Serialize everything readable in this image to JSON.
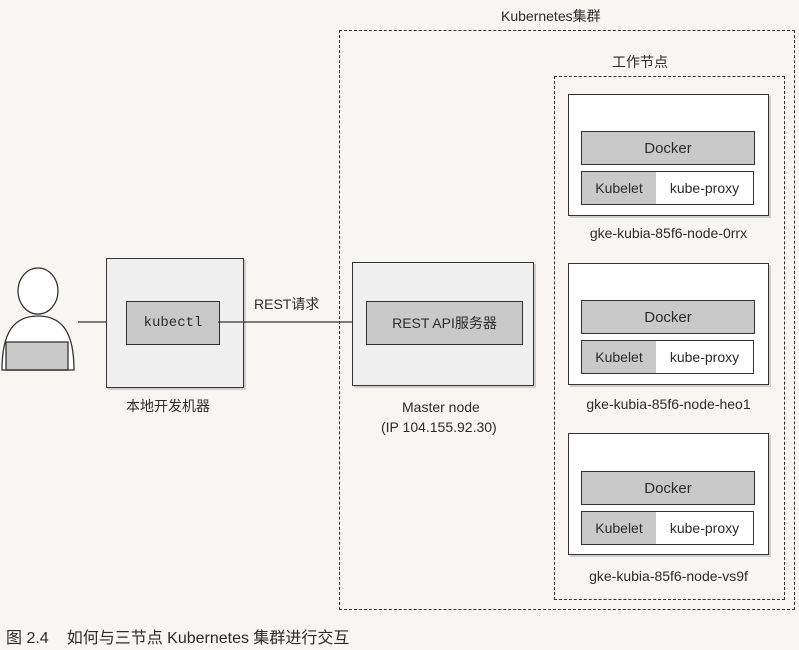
{
  "cluster": {
    "title": "Kubernetes集群",
    "worker_group_title": "工作节点"
  },
  "worker_nodes": [
    {
      "docker": "Docker",
      "kubelet": "Kubelet",
      "kube_proxy": "kube-proxy",
      "name": "gke-kubia-85f6-node-0rrx"
    },
    {
      "docker": "Docker",
      "kubelet": "Kubelet",
      "kube_proxy": "kube-proxy",
      "name": "gke-kubia-85f6-node-heo1"
    },
    {
      "docker": "Docker",
      "kubelet": "Kubelet",
      "kube_proxy": "kube-proxy",
      "name": "gke-kubia-85f6-node-vs9f"
    }
  ],
  "dev_machine": {
    "tool": "kubectl",
    "label": "本地开发机器"
  },
  "request_label": "REST请求",
  "master": {
    "server": "REST API服务器",
    "label": "Master node",
    "ip": "(IP 104.155.92.30)"
  },
  "caption": {
    "figure_no": "图 2.4",
    "text": "如何与三节点 Kubernetes 集群进行交互"
  },
  "icons": [
    "user-icon",
    "laptop-icon",
    "arrow-icon"
  ]
}
